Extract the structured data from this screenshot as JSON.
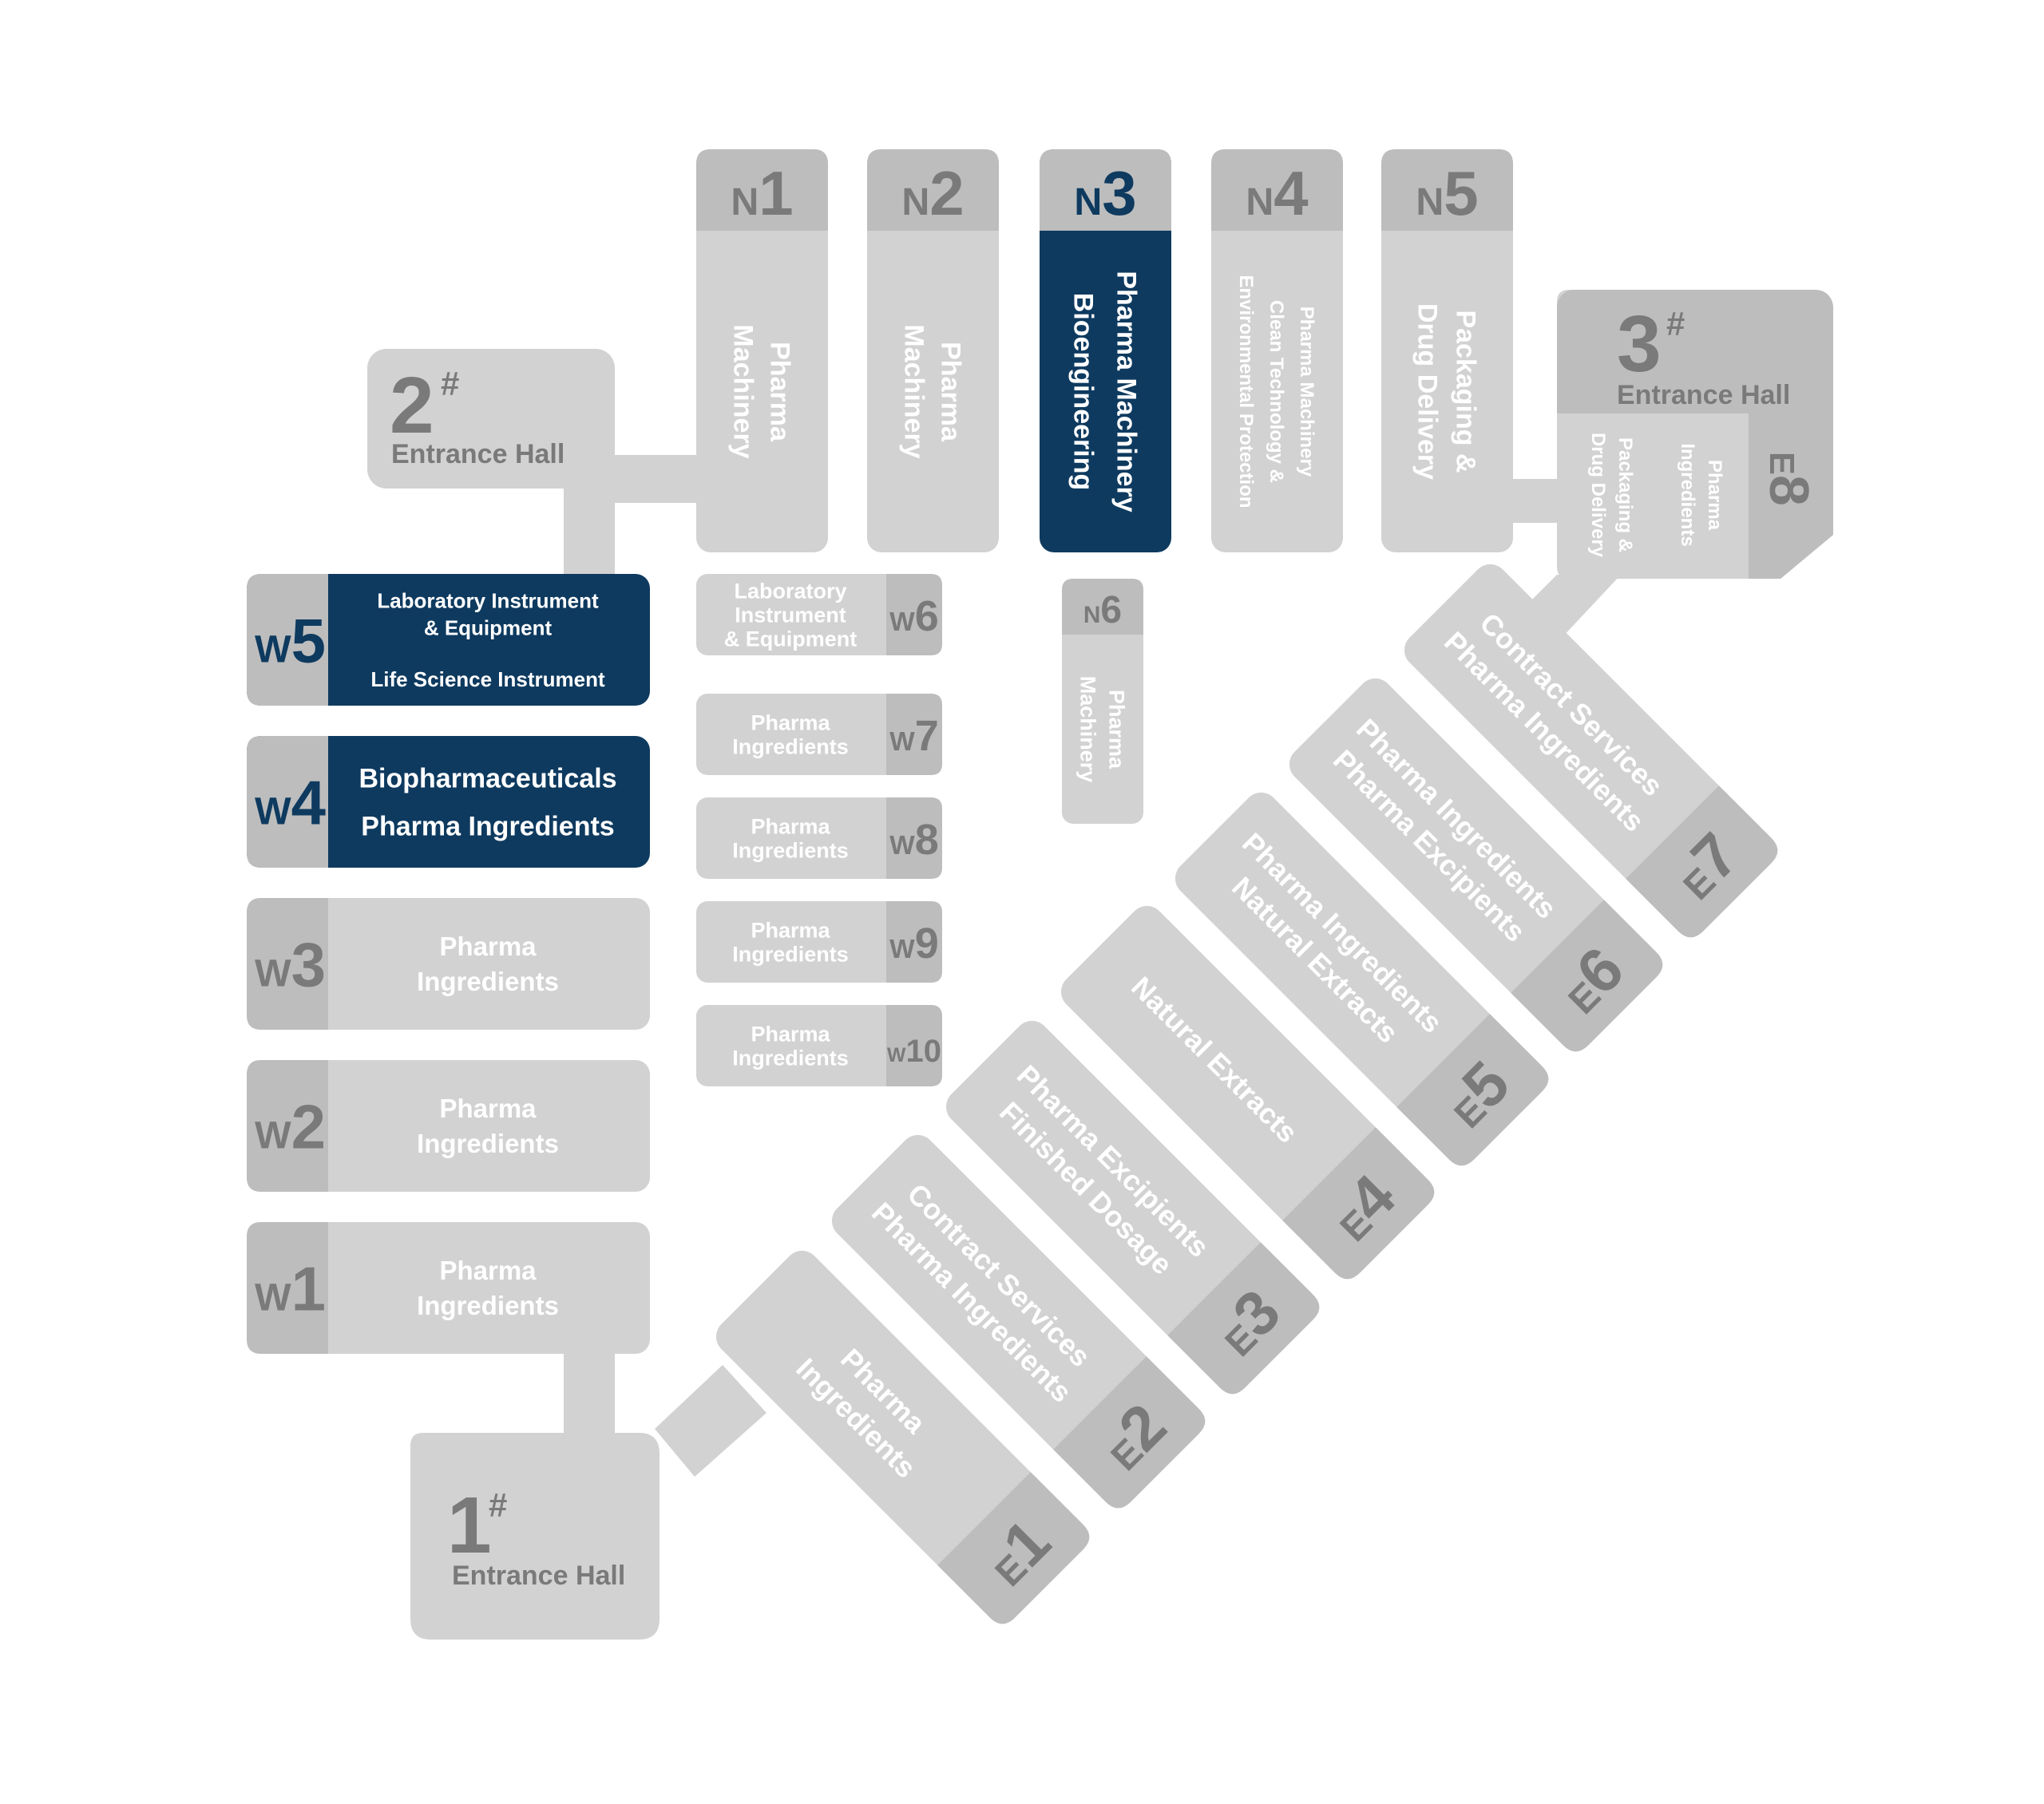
{
  "colors": {
    "body": "#d2d2d2",
    "tab": "#bdbdbd",
    "code": "#7a7a7a",
    "highlight": "#0e3a5f",
    "highlight_code": "#0e3a5f",
    "text": "#ffffff"
  },
  "entrances": {
    "e1": {
      "number": "1",
      "mark": "#",
      "label": "Entrance Hall"
    },
    "e2": {
      "number": "2",
      "mark": "#",
      "label": "Entrance Hall"
    },
    "e3": {
      "number": "3",
      "mark": "#",
      "label": "Entrance Hall"
    }
  },
  "halls": {
    "N1": {
      "prefix": "N",
      "num": "1",
      "lines": [
        "Pharma",
        "Machinery"
      ],
      "highlight": false
    },
    "N2": {
      "prefix": "N",
      "num": "2",
      "lines": [
        "Pharma",
        "Machinery"
      ],
      "highlight": false
    },
    "N3": {
      "prefix": "N",
      "num": "3",
      "lines": [
        "Pharma Machinery",
        "Bioengineering"
      ],
      "highlight": true
    },
    "N4": {
      "prefix": "N",
      "num": "4",
      "lines": [
        "Pharma Machinery",
        "Clean Technology &",
        "Environmental Protection"
      ],
      "highlight": false
    },
    "N5": {
      "prefix": "N",
      "num": "5",
      "lines": [
        "Packaging &",
        "Drug Delivery"
      ],
      "highlight": false
    },
    "N6": {
      "prefix": "N",
      "num": "6",
      "lines": [
        "Pharma",
        "Machinery"
      ],
      "highlight": false
    },
    "W1": {
      "prefix": "W",
      "num": "1",
      "lines": [
        "Pharma",
        "Ingredients"
      ],
      "highlight": false
    },
    "W2": {
      "prefix": "W",
      "num": "2",
      "lines": [
        "Pharma",
        "Ingredients"
      ],
      "highlight": false
    },
    "W3": {
      "prefix": "W",
      "num": "3",
      "lines": [
        "Pharma",
        "Ingredients"
      ],
      "highlight": false
    },
    "W4": {
      "prefix": "W",
      "num": "4",
      "lines": [
        "Biopharmaceuticals",
        "Pharma Ingredients"
      ],
      "highlight": true
    },
    "W5": {
      "prefix": "W",
      "num": "5",
      "lines": [
        "Laboratory Instrument",
        "& Equipment",
        "Life Science Instrument"
      ],
      "highlight": true
    },
    "W6": {
      "prefix": "W",
      "num": "6",
      "lines": [
        "Laboratory",
        "Instrument",
        "& Equipment"
      ],
      "highlight": false
    },
    "W7": {
      "prefix": "W",
      "num": "7",
      "lines": [
        "Pharma",
        "Ingredients"
      ],
      "highlight": false
    },
    "W8": {
      "prefix": "W",
      "num": "8",
      "lines": [
        "Pharma",
        "Ingredients"
      ],
      "highlight": false
    },
    "W9": {
      "prefix": "W",
      "num": "9",
      "lines": [
        "Pharma",
        "Ingredients"
      ],
      "highlight": false
    },
    "W10": {
      "prefix": "W",
      "num": "10",
      "lines": [
        "Pharma",
        "Ingredients"
      ],
      "highlight": false
    },
    "E1": {
      "prefix": "E",
      "num": "1",
      "lines": [
        "Pharma",
        "Ingredients"
      ],
      "highlight": false
    },
    "E2": {
      "prefix": "E",
      "num": "2",
      "lines": [
        "Contract Services",
        "Pharma Ingredients"
      ],
      "highlight": false
    },
    "E3": {
      "prefix": "E",
      "num": "3",
      "lines": [
        "Pharma Excipients",
        "Finished Dosage"
      ],
      "highlight": false
    },
    "E4": {
      "prefix": "E",
      "num": "4",
      "lines": [
        "Natural Extracts"
      ],
      "highlight": false
    },
    "E5": {
      "prefix": "E",
      "num": "5",
      "lines": [
        "Pharma Ingredients",
        "Natural Extracts"
      ],
      "highlight": false
    },
    "E6": {
      "prefix": "E",
      "num": "6",
      "lines": [
        "Pharma Ingredients",
        "Pharma Excipients"
      ],
      "highlight": false
    },
    "E7": {
      "prefix": "E",
      "num": "7",
      "lines": [
        "Contract Services",
        "Pharma Ingredients"
      ],
      "highlight": false
    },
    "E8": {
      "prefix": "E",
      "num": "8",
      "lines": [
        "Pharma",
        "Ingredients",
        "Packaging &",
        "Drug Delivery"
      ],
      "highlight": false
    }
  }
}
